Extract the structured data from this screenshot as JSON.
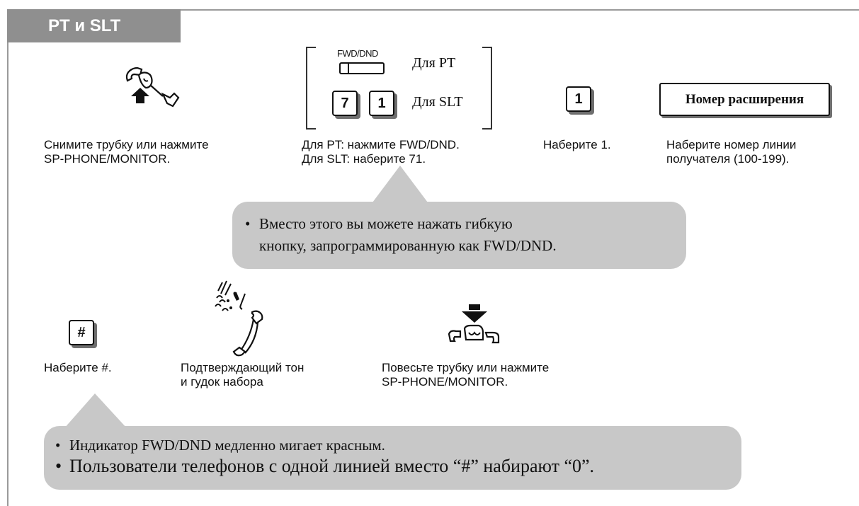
{
  "header": {
    "tab_label": "PT и SLT"
  },
  "step1": {
    "icon": "handset-lift-icon",
    "caption_line1": "Снимите трубку или нажмите",
    "caption_line2": "SP-PHONE/MONITOR."
  },
  "step2": {
    "fwd_button_label": "FWD/DND",
    "pt_label": "Для PT",
    "slt_key1": "7",
    "slt_key2": "1",
    "slt_label": "Для SLT",
    "caption_line1": "Для PT: нажмите FWD/DND.",
    "caption_line2": "Для SLT: наберите 71."
  },
  "step3": {
    "key": "1",
    "caption": "Наберите 1."
  },
  "step4": {
    "box_label": "Номер расширения",
    "caption_line1": "Наберите номер линии",
    "caption_line2": "получателя (100-199)."
  },
  "note1": {
    "text_line1": "Вместо этого вы можете нажать гибкую",
    "text_line2": "кнопку, запрограммированную как FWD/DND."
  },
  "step5": {
    "key": "#",
    "caption": "Наберите #."
  },
  "step6": {
    "icon": "confirmation-tone-handset-icon",
    "caption_line1": "Подтверждающий тон",
    "caption_line2": "и гудок набора"
  },
  "step7": {
    "icon": "handset-hang-up-icon",
    "caption_line1": "Повесьте трубку или нажмите",
    "caption_line2": "SP-PHONE/MONITOR."
  },
  "note2": {
    "item1": "Индикатор FWD/DND медленно мигает красным.",
    "item2": "Пользователи телефонов с одной линией вместо “#” набирают “0”."
  },
  "colors": {
    "tab_bg": "#8f8f8f",
    "bubble_bg": "#c8c8c8",
    "key_shadow": "#6f6f6f"
  }
}
